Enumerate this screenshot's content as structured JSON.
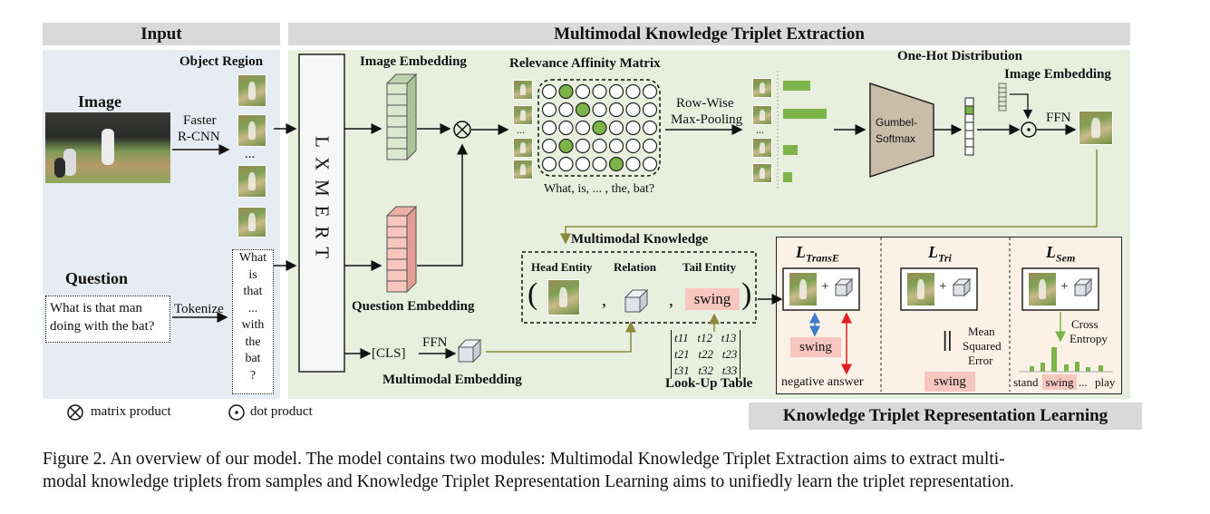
{
  "headers": {
    "input": "Input",
    "extraction": "Multimodal Knowledge Triplet Extraction",
    "representation": "Knowledge Triplet Representation Learning"
  },
  "input_panel": {
    "object_region": "Object Region",
    "image": "Image",
    "faster_rcnn_1": "Faster",
    "faster_rcnn_2": "R-CNN",
    "ellipsis": "...",
    "question": "Question",
    "question_line1": "What is that man",
    "question_line2": "doing with the bat?",
    "tokenize": "Tokenize",
    "tokens": [
      "What",
      "is",
      "that",
      "...",
      "with",
      "the",
      "bat",
      "?"
    ]
  },
  "encoder": {
    "name": "LXMERT"
  },
  "extraction": {
    "image_embedding": "Image Embedding",
    "question_embedding": "Question Embedding",
    "relevance_matrix": "Relevance Affinity Matrix",
    "matrix_caption": "What, is, ... , the, bat?",
    "row_wise_1": "Row-Wise",
    "row_wise_2": "Max-Pooling",
    "one_hot": "One-Hot Distribution",
    "gumbel_1": "Gumbel-",
    "gumbel_2": "Softmax",
    "image_embedding_2": "Image Embedding",
    "ffn_top": "FFN",
    "cls": "[CLS]",
    "ffn_bottom": "FFN",
    "multimodal_embedding": "Multimodal Embedding",
    "multimodal_knowledge": "Multimodal Knowledge",
    "head_entity": "Head Entity",
    "relation": "Relation",
    "tail_entity": "Tail Entity",
    "tail_value": "swing",
    "lookup_table": "Look-Up Table",
    "lookup_rows": [
      [
        "t11",
        "t12",
        "t13"
      ],
      [
        "t21",
        "t22",
        "t23"
      ],
      [
        "t31",
        "t32",
        "t33"
      ]
    ]
  },
  "losses": {
    "transe": {
      "main": "L",
      "sub": "TransE",
      "answer": "swing",
      "negative": "negative answer"
    },
    "tri": {
      "main": "L",
      "sub": "Tri",
      "mse_1": "Mean",
      "mse_2": "Squared",
      "mse_3": "Error",
      "answer": "swing",
      "parallel": "||"
    },
    "sem": {
      "main": "L",
      "sub": "Sem",
      "ce_1": "Cross",
      "ce_2": "Entropy",
      "x_labels": [
        "stand",
        "swing",
        "...",
        "play"
      ]
    }
  },
  "legend": {
    "matrix_symbol": "⊗",
    "matrix_label": "matrix product",
    "dot_symbol": "⊙",
    "dot_label": "dot product"
  },
  "caption": {
    "line1": "Figure 2. An overview of our model. The model contains two modules: Multimodal Knowledge Triplet Extraction aims to extract multi-",
    "line2": "modal knowledge triplets from samples and Knowledge Triplet Representation Learning aims to unifiedly learn the triplet representation."
  },
  "colors": {
    "panel_bg": "#e9efdf",
    "input_bg": "#e6ecf3",
    "header_bg": "#d9d9d9",
    "green": "#7db44a",
    "pink": "#f7c7bf",
    "red": "#e02020",
    "blue": "#3d7cc9"
  }
}
